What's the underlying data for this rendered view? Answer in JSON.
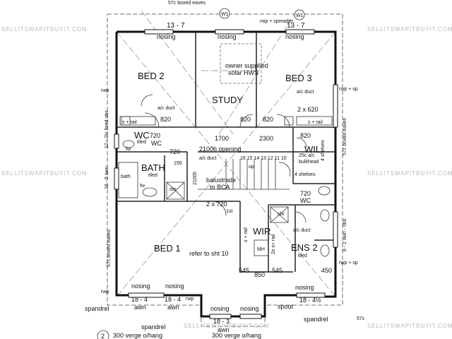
{
  "watermark": "SELLITSWAPITBUYIT.COM",
  "title_partial": "57c boxed eaves",
  "rooms": {
    "bed2": "BED 2",
    "bed3": "BED 3",
    "study": "STUDY",
    "wc": "WC",
    "bath": "BATH",
    "wil": "WIL",
    "bed1": "BED 1",
    "wir": "WIR",
    "ens2": "ENS 2"
  },
  "labels": {
    "dim_top_left": "13 - 7",
    "dim_top_right": "13 - 7",
    "nosing_top_left": "nosing",
    "nosing_top_mid": "nosing",
    "nosing_top_right": "nosing",
    "solar_line1": "owner supplied",
    "solar_line2": "solar HWS",
    "rwp_spreader": "rwp + spreader",
    "ac_duct_bed2": "a/c duct",
    "ac_duct_bed3": "a/c duct",
    "door_820_bed2": "820",
    "door_820_study": "820",
    "door_820_bed3": "820",
    "door_2x620": "2 x 620",
    "s_rail_bed2": "s + rail",
    "s_rail_bed3": "s + rail",
    "wc_720": "720",
    "wc_tag": "WC",
    "tiled_wc": "tiled",
    "fw_wc": "fw",
    "dim_1700": "1700",
    "dim_2300": "2300",
    "opening_2100": "2100h opening",
    "door_720_bath": "720",
    "dim_150": "150",
    "ac_duct_hall": "a/c duct",
    "stair_nums": "16 15 14 13 12 11 10",
    "stair_up": "up",
    "door_820_wil": "820",
    "ac_bulkhead_1": "25c a/c",
    "ac_bulkhead_2": "bulkhead",
    "shelves_4a": "4 shelves",
    "shelves_4b": "4 shelves",
    "bath_small": "bath",
    "tiled_bath": "tiled",
    "fw_bath": "fw",
    "shr_bath": "shr",
    "linen_2100h": "2100h",
    "balustrade_1": "balustrade",
    "balustrade_2": "to BCA",
    "door_2x720": "2 x 720",
    "first_1st": "1st",
    "ens_720": "720",
    "ens_wc": "WC",
    "shr_ens": "shr",
    "ac_duct_wir": "a/c duct",
    "s_rail_wir": "s + rail",
    "mh": "MH",
    "twox_label": "2x s+ rail",
    "tiled_ens": "tiled",
    "refer_sht": "refer to sht 10",
    "dim_545a": "545",
    "dim_850": "850",
    "dim_545b": "545",
    "dim_450": "450",
    "nosing_bl1": "nosing",
    "nosing_bl2": "nosing",
    "nosing_bm1": "nosing",
    "nosing_bm2": "nosing",
    "nosing_br": "nosing",
    "dim_18_4a": "18 - 4",
    "dim_18_4b": "18 - 4",
    "dim_18_3": "18 - 3",
    "dim_18_4half": "18 - 4½",
    "awn1": "awn",
    "awn2": "awn",
    "awn3": "awn",
    "spandrel1": "spandrel",
    "spandrel2": "spandrel",
    "spandrel3": "spandrel",
    "verge1": "300 verge o/hang",
    "verge2": "300 verge o/hang",
    "spout": "spout",
    "rwp_l1": "rwp",
    "rwp_l2": "rwp",
    "rwp_r1": "rwp + sp",
    "rwp_r2": "rwp + sp",
    "rwp_b": "rwp",
    "eaves_left": "57c boxed eaves",
    "eaves_right": "57c boxed eaves",
    "fixed_obs": "12 - 2½ fixed obs",
    "awn_165": "16 - 5 awn",
    "awn_82": "8 - 2 awn - obs",
    "w1a": "W1",
    "w1b": "W1",
    "circle_2": "2",
    "c57": "57c"
  }
}
